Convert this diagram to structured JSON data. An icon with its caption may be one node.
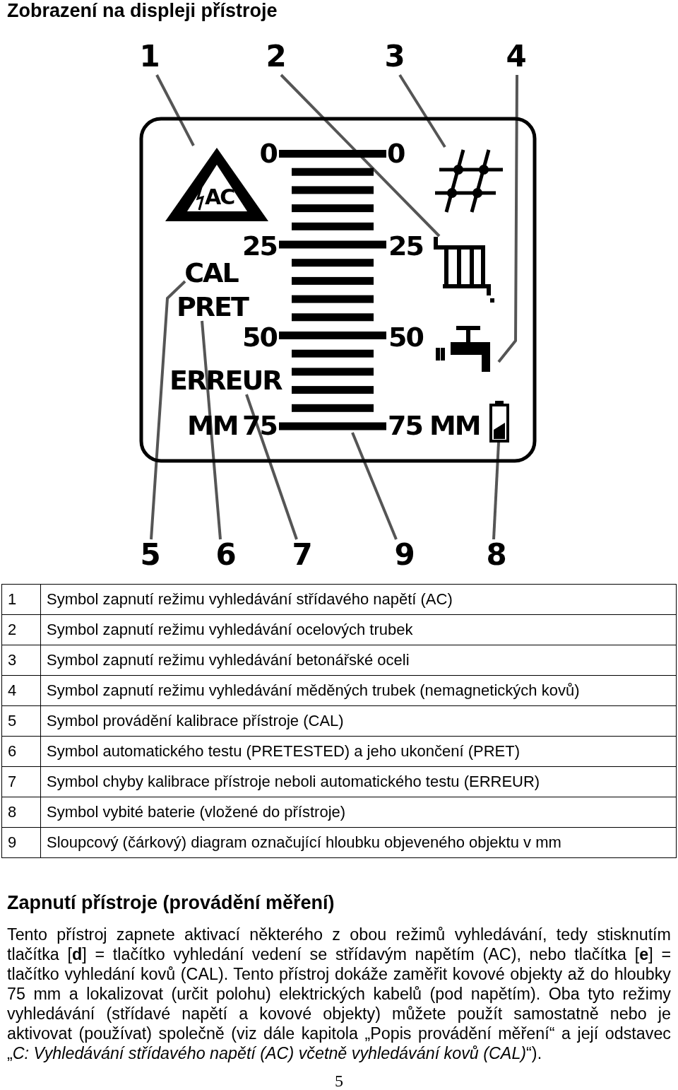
{
  "diagram": {
    "title": "Zobrazení na displeji přístroje",
    "nodes": [
      {
        "text": [
          "1"
        ]
      },
      {
        "text": [
          "2"
        ]
      },
      {
        "text": [
          "3"
        ]
      },
      {
        "text": [
          "4"
        ]
      },
      {
        "text": [],
        "shape": "box"
      },
      {
        "text": [
          "AC"
        ],
        "in": 4
      },
      {
        "text": [],
        "shape": "grid",
        "in": 4
      },
      {
        "text": [],
        "shape": "pipe",
        "in": 4
      },
      {
        "text": [
          "CAL"
        ],
        "in": 4
      },
      {
        "text": [
          "PRET"
        ],
        "in": 4
      },
      {
        "text": [
          "ERREUR"
        ],
        "in": 4
      },
      {
        "text": [],
        "shape": "tap",
        "in": 4
      },
      {
        "text": [],
        "shape": "bar",
        "in": 4
      },
      {
        "text": [],
        "shape": "battery",
        "in": 4
      },
      {
        "text": [
          "5"
        ]
      },
      {
        "text": [
          "6"
        ]
      },
      {
        "text": [
          "7"
        ]
      },
      {
        "text": [
          "9"
        ]
      },
      {
        "text": [
          "8"
        ]
      }
    ],
    "edges": [
      {
        "from": 0,
        "to": 5,
        "arrow": "none"
      },
      {
        "from": 1,
        "to": 7,
        "arrow": "none"
      },
      {
        "from": 2,
        "to": 6,
        "arrow": "none"
      },
      {
        "from": 3,
        "to": 11,
        "arrow": "none"
      },
      {
        "from": 14,
        "to": 8,
        "arrow": "none"
      },
      {
        "from": 15,
        "to": 9,
        "arrow": "none"
      },
      {
        "from": 16,
        "to": 10,
        "arrow": "none"
      },
      {
        "from": 17,
        "to": 12,
        "arrow": "none"
      },
      {
        "from": 18,
        "to": 13,
        "arrow": "none"
      }
    ],
    "labels": [
      "0",
      "0",
      "25",
      "25",
      "50",
      "50",
      "MM",
      "75",
      "75",
      "MM",
      "1",
      "Symbol zapnutí režimu vyhledávání střídavého napětí (AC)",
      "2",
      "Symbol zapnutí režimu vyhledávání ocelových trubek",
      "3",
      "Symbol zapnutí režimu vyhledávání betonářské oceli",
      "4",
      "Symbol zapnutí režimu vyhledávání měděných trubek (nemagnetických kovů)",
      "5",
      "Symbol provádění kalibrace přístroje (CAL)",
      "6",
      "Symbol automatického testu (PRETESTED) a jeho ukončení (PRET)",
      "7",
      "Symbol chyby kalibrace přístroje neboli automatického testu (ERREUR)",
      "8",
      "Symbol vybité baterie (vložené do přístroje)",
      "9",
      "Sloupcový (čárkový) diagram označující hloubku objeveného objektu v mm",
      "Zapnutí přístroje (provádění měření)",
      "Tento přístroj zapnete aktivací některého z obou režimů vyhledávání, tedy stisknutím tlačítka [**d**] = tlačítko vyhledání vedení se střídavým napětím (AC), nebo tlačítka [**e**] = tlačítko vyhledání kovů (CAL). Tento přístroj dokáže zaměřit kovové objekty až do hloubky 75 mm a lokalizovat (určit polohu) elektrických kabelů (pod napětím). Oba tyto režimy vyhledávání (střídavé napětí a kovové objekty) můžete použít samostatně nebo je aktivovat (používat) společně (viz dále kapitola „Popis provádění měření“ a její odstavec „*C: Vyhledávání střídavého napětí (AC) včetně vyhledávání kovů (CAL)*“).",
      "5"
    ]
  }
}
